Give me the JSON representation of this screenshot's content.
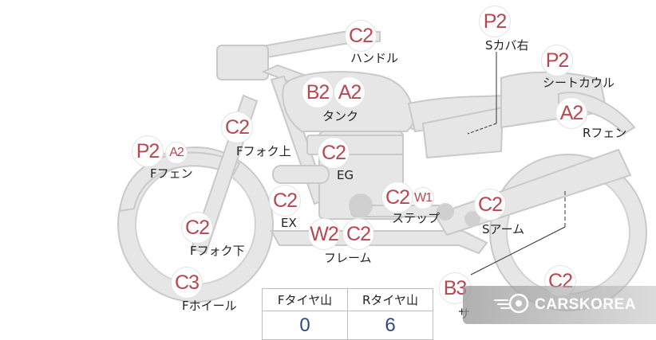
{
  "parts": [
    {
      "id": "handle",
      "label": "ハンドル",
      "badges": [
        "C2"
      ]
    },
    {
      "id": "s-cover-r",
      "label": "Sカバ右",
      "badges": [
        "P2"
      ]
    },
    {
      "id": "seat-cowl",
      "label": "シートカウル",
      "badges": [
        "P2"
      ]
    },
    {
      "id": "r-fender",
      "label": "Rフェン",
      "badges": [
        "A2"
      ]
    },
    {
      "id": "tank",
      "label": "タンク",
      "badges": [
        "B2",
        "A2"
      ]
    },
    {
      "id": "f-fork-upper",
      "label": "Fフォク上",
      "badges": [
        "C2"
      ]
    },
    {
      "id": "f-fender",
      "label": "Fフェン",
      "badges": [
        "P2",
        "A2"
      ]
    },
    {
      "id": "eg",
      "label": "EG",
      "badges": [
        "C2"
      ]
    },
    {
      "id": "ex",
      "label": "EX",
      "badges": [
        "C2"
      ]
    },
    {
      "id": "step",
      "label": "ステップ",
      "badges": [
        "C2",
        "W1"
      ]
    },
    {
      "id": "s-arm",
      "label": "Sアーム",
      "badges": [
        "C2"
      ]
    },
    {
      "id": "f-fork-lower",
      "label": "Fフォク下",
      "badges": [
        "C2"
      ]
    },
    {
      "id": "frame",
      "label": "フレーム",
      "badges": [
        "W2",
        "C2"
      ]
    },
    {
      "id": "f-wheel",
      "label": "Fホイール",
      "badges": [
        "C3"
      ]
    },
    {
      "id": "sa-partial",
      "label": "サ",
      "badges": [
        "B3"
      ]
    },
    {
      "id": "r-wheel",
      "label": "",
      "badges": [
        "C2"
      ]
    }
  ],
  "tire_table": {
    "headers": [
      "Fタイヤ山",
      "Rタイヤ山"
    ],
    "values": [
      "0",
      "6"
    ]
  },
  "watermark": {
    "text": "CARSKOREA",
    "icon": "carskorea-logo-icon"
  },
  "colors": {
    "badge_text": "#b8474f",
    "value_text": "#2e4a86",
    "bike_fill": "#e6e6e6",
    "bike_stroke": "#c9c9c9"
  }
}
